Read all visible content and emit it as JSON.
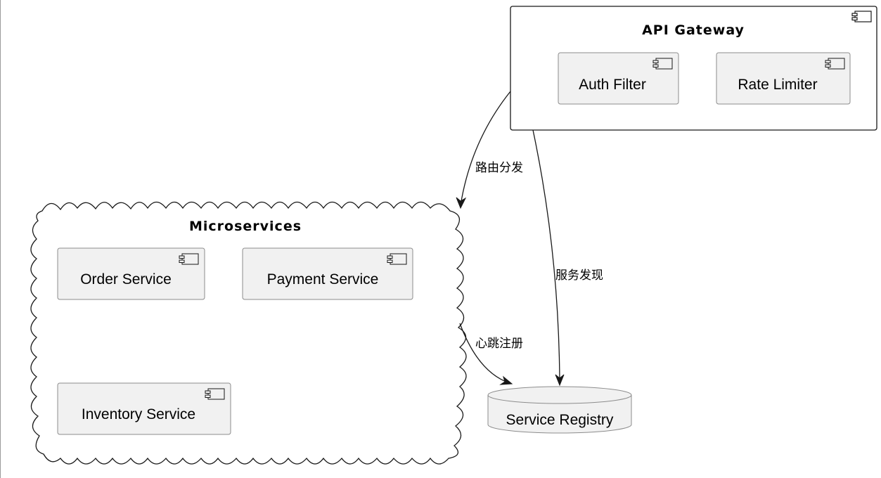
{
  "gateway": {
    "title": "API Gateway",
    "components": [
      {
        "label": "Auth Filter",
        "icon": "component-icon"
      },
      {
        "label": "Rate Limiter",
        "icon": "component-icon"
      }
    ]
  },
  "microservices": {
    "title": "Microservices",
    "components": [
      {
        "label": "Order Service",
        "icon": "component-icon"
      },
      {
        "label": "Payment Service",
        "icon": "component-icon"
      },
      {
        "label": "Inventory Service",
        "icon": "component-icon"
      }
    ]
  },
  "registry": {
    "label": "Service Registry"
  },
  "edges": [
    {
      "from": "API Gateway",
      "to": "Microservices",
      "label": "路由分发"
    },
    {
      "from": "API Gateway",
      "to": "Service Registry",
      "label": "服务发现"
    },
    {
      "from": "Microservices",
      "to": "Service Registry",
      "label": "心跳注册"
    }
  ]
}
